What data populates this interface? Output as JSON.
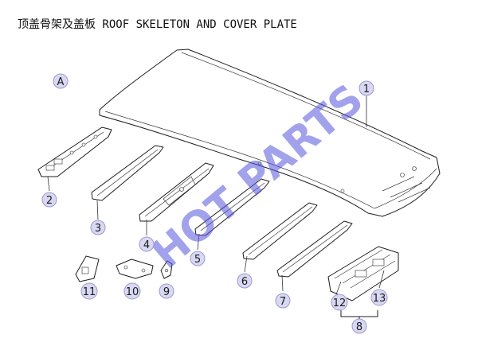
{
  "title": "顶盖骨架及盖板 ROOF SKELETON AND COVER PLATE",
  "view_label": "A",
  "watermark": "HOT PARTS",
  "callouts": [
    "1",
    "2",
    "3",
    "4",
    "5",
    "6",
    "7",
    "8",
    "9",
    "10",
    "11",
    "12",
    "13"
  ],
  "colors": {
    "callout_fill": "#d8d8f2",
    "callout_stroke": "#9a9ad0",
    "watermark": "#5555dd",
    "line": "#1e1e1e"
  }
}
